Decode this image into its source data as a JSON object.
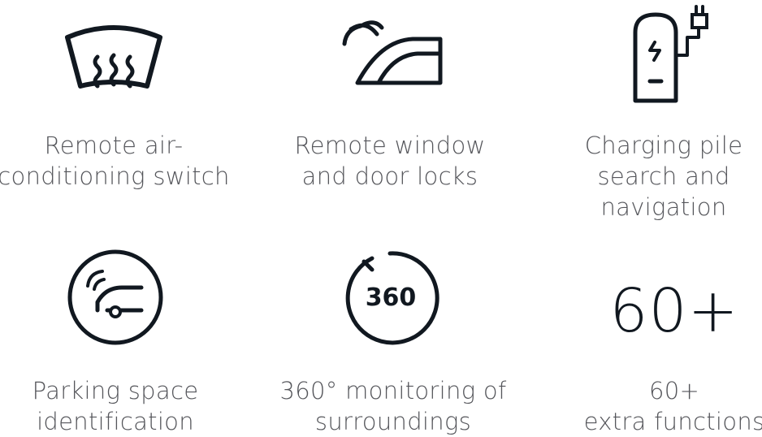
{
  "features": [
    {
      "icon": "windshield-defrost-icon",
      "lines": [
        "Remote air-",
        "conditioning switch"
      ]
    },
    {
      "icon": "remote-car-window-icon",
      "lines": [
        "Remote window",
        "and door locks"
      ]
    },
    {
      "icon": "charging-pile-icon",
      "lines": [
        "Charging pile",
        "search and",
        "navigation"
      ]
    },
    {
      "icon": "parking-space-icon",
      "lines": [
        "Parking space",
        "identification"
      ]
    },
    {
      "icon": "360-view-icon",
      "icon_text": "360",
      "lines": [
        "360° monitoring of",
        "surroundings"
      ]
    },
    {
      "icon": "extra-functions-number",
      "icon_text": "60+",
      "lines": [
        "60+",
        "extra functions"
      ]
    }
  ]
}
